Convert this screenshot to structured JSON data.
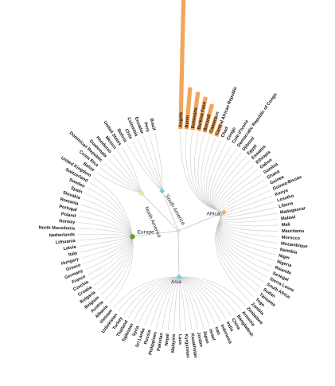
{
  "chart_data": {
    "type": "radial-tree-with-bars",
    "title": "",
    "colors": {
      "link": "#c8c8c8",
      "bar": "#f2a55c",
      "root_node": "#d9d9d9",
      "Africa": "#f5b061",
      "Europe": "#6d9a33",
      "Asia": "#6bd2da",
      "South America": "#6bd2da",
      "North America": "#e2e8a8"
    },
    "ylim": [
      0,
      1
    ],
    "regions": [
      {
        "name": "Africa",
        "countries": [
          "Angola",
          "Benin",
          "Botswana",
          "Burkina Faso",
          "Burundi",
          "Cameroon",
          "Central African Republic",
          "Chad",
          "Congo",
          "Cote d'Ivoire",
          "Democratic Republic of Congo",
          "Djibouti",
          "Egypt",
          "Eswatini",
          "Ethiopia",
          "Gabon",
          "Gambia",
          "Ghana",
          "Guinea",
          "Guinea-Bissau",
          "Kenya",
          "Lesotho",
          "Liberia",
          "Madagascar",
          "Malawi",
          "Mali",
          "Mauritania",
          "Morocco",
          "Mozambique",
          "Namibia",
          "Niger",
          "Nigeria",
          "Rwanda",
          "Senegal",
          "Sierra Leone",
          "South Africa",
          "Sudan",
          "Tanzania",
          "Togo",
          "Zambia"
        ],
        "values": [
          1.0,
          0.23,
          0.21,
          0.19,
          0.16,
          0.1,
          0.07,
          0,
          0,
          0,
          0,
          0,
          0,
          0,
          0,
          0,
          0,
          0,
          0,
          0,
          0,
          0,
          0,
          0,
          0,
          0,
          0,
          0,
          0,
          0,
          0,
          0,
          0,
          0,
          0,
          0,
          0,
          0,
          0,
          0
        ]
      },
      {
        "name": "Asia",
        "countries": [
          "Zimbabwe",
          "Armenia",
          "Bangladesh",
          "China",
          "India",
          "Indonesia",
          "Iran",
          "Israel",
          "Japan",
          "Jordan",
          "Kazakhstan",
          "Kyrgyzstan",
          "Laos",
          "Malaysia",
          "Nepal",
          "Pakistan",
          "Philippines",
          "Russia",
          "Sri Lanka",
          "Syria",
          "Tajikistan",
          "Thailand",
          "Turkey",
          "Uzbekistan",
          "Vietnam"
        ],
        "values": [
          0,
          0,
          0,
          0,
          0,
          0,
          0,
          0,
          0,
          0,
          0,
          0,
          0,
          0,
          0,
          0,
          0,
          0,
          0,
          0,
          0,
          0,
          0,
          0,
          0
        ]
      },
      {
        "name": "Europe",
        "countries": [
          "Albania",
          "Austria",
          "Belgium",
          "Bulgaria",
          "Croatia",
          "Czechia",
          "France",
          "Germany",
          "Greece",
          "Hungary",
          "Italy",
          "Latvia",
          "Lithuania",
          "Netherlands",
          "North Macedonia",
          "Norway",
          "Poland",
          "Portugal",
          "Romania",
          "Slovakia",
          "Spain",
          "Sweden",
          "Switzerland",
          "United Kingdom"
        ],
        "values": [
          0,
          0,
          0,
          0,
          0,
          0,
          0,
          0,
          0,
          0,
          0,
          0,
          0,
          0,
          0,
          0,
          0,
          0,
          0,
          0,
          0,
          0,
          0,
          0
        ]
      },
      {
        "name": "North America",
        "countries": [
          "Belize",
          "Costa Rica",
          "Dominican Republic",
          "Guatemala",
          "Honduras",
          "Mexico",
          "United States"
        ],
        "values": [
          0,
          0,
          0,
          0,
          0,
          0,
          0
        ]
      },
      {
        "name": "South America",
        "countries": [
          "Bolivia",
          "Chile",
          "Colombia",
          "Ecuador",
          "Peru",
          "Brazil"
        ],
        "values": [
          0,
          0,
          0,
          0,
          0,
          0
        ]
      }
    ]
  }
}
